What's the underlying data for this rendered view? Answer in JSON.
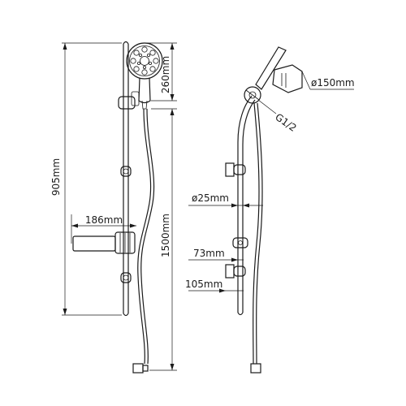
{
  "labels": {
    "rail_length": "905mm",
    "head_height": "260mm",
    "hose_length": "1500mm",
    "soap_dish_width": "186mm",
    "head_diameter": "ø150mm",
    "connection_thread": "G1/2",
    "rail_diameter": "ø25mm",
    "holder_height": "73mm",
    "bracket_offset": "105mm"
  }
}
